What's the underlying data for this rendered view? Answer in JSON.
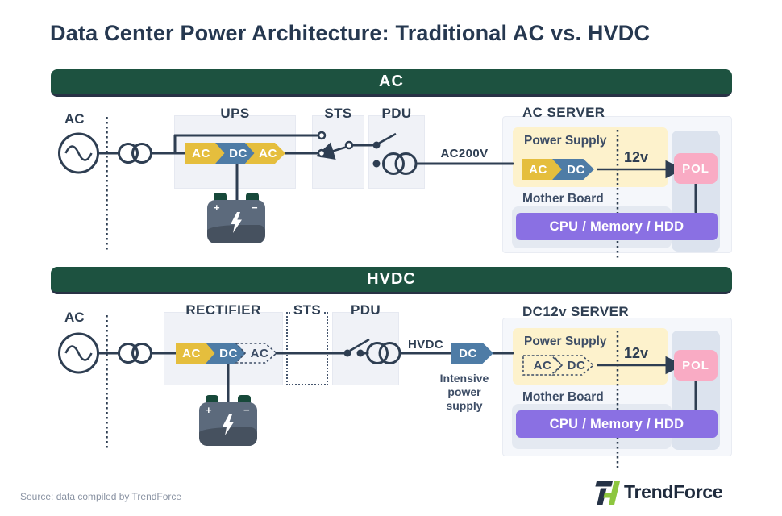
{
  "title": "Data Center Power Architecture: Traditional AC vs. HVDC",
  "colors": {
    "navy": "#2e3e52",
    "green": "#1d5240",
    "yellow": "#e5be3d",
    "blue": "#4e7ca6",
    "pink": "#f9abc4",
    "purple": "#8a70e3",
    "battery_green": "#17493a",
    "cream": "#fdf2cc",
    "panel": "#f0f2f7",
    "soft_text": "#3d4d66",
    "muted": "#8a93a3"
  },
  "battery": {
    "plus": "+",
    "minus": "−"
  },
  "sections": {
    "ac": {
      "banner": "AC",
      "source_label": "AC",
      "ups": {
        "title": "UPS",
        "arrows": [
          "AC",
          "DC",
          "AC"
        ]
      },
      "sts": {
        "title": "STS"
      },
      "pdu": {
        "title": "PDU"
      },
      "line_label": "AC200V",
      "server": {
        "title": "AC SERVER",
        "power_supply": "Power Supply",
        "arrows": [
          "AC",
          "DC"
        ],
        "voltage": "12v",
        "pol": "POL",
        "motherboard": "Mother Board",
        "components": "CPU / Memory / HDD"
      }
    },
    "hvdc": {
      "banner": "HVDC",
      "source_label": "AC",
      "rectifier": {
        "title": "RECTIFIER",
        "arrows": [
          "AC",
          "DC",
          "AC"
        ]
      },
      "sts": {
        "title": "STS"
      },
      "pdu": {
        "title": "PDU"
      },
      "line_label": "HVDC",
      "dc_arrow": "DC",
      "note": "Intensive power supply",
      "server": {
        "title": "DC12v SERVER",
        "power_supply": "Power Supply",
        "arrows": [
          "AC",
          "DC"
        ],
        "voltage": "12v",
        "pol": "POL",
        "motherboard": "Mother Board",
        "components": "CPU / Memory / HDD"
      }
    }
  },
  "footer": {
    "source": "Source: data compiled by TrendForce",
    "brand": "TrendForce"
  }
}
